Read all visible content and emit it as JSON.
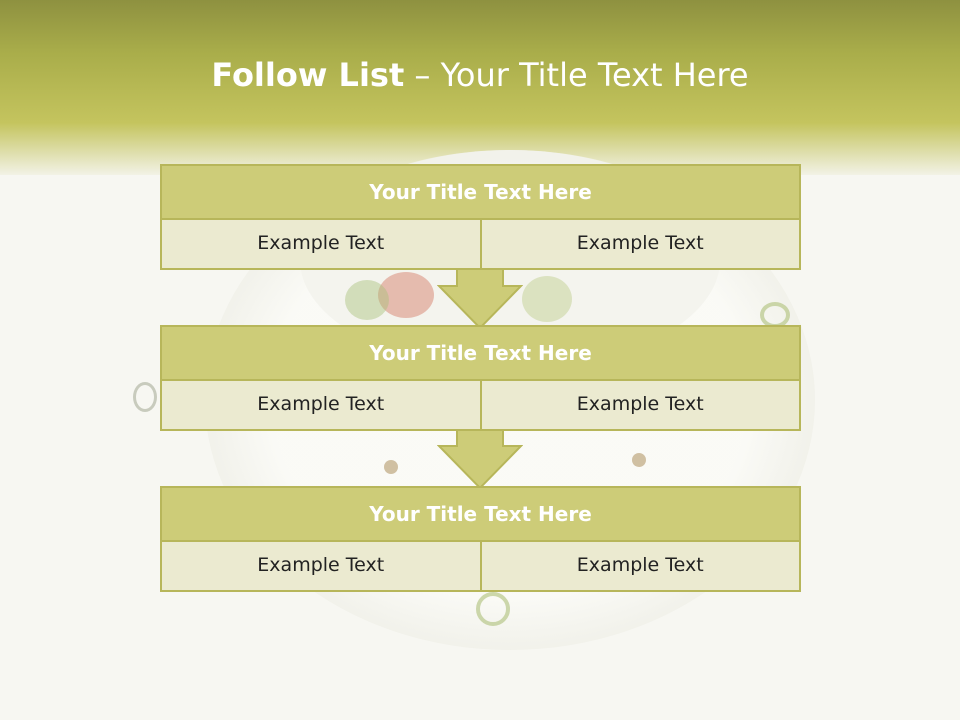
{
  "header": {
    "title_bold": "Follow List",
    "title_sep": " – ",
    "title_rest": "Your Title Text Here"
  },
  "blocks": [
    {
      "title": "Your Title Text Here",
      "cells": [
        "Example Text",
        "Example Text"
      ]
    },
    {
      "title": "Your Title Text Here",
      "cells": [
        "Example Text",
        "Example Text"
      ]
    },
    {
      "title": "Your Title Text Here",
      "cells": [
        "Example Text",
        "Example Text"
      ]
    }
  ],
  "colors": {
    "header_dark": "#8e9140",
    "title_fill": "#cdcc78",
    "cell_fill": "#ebead0",
    "border": "#b7b65a"
  }
}
